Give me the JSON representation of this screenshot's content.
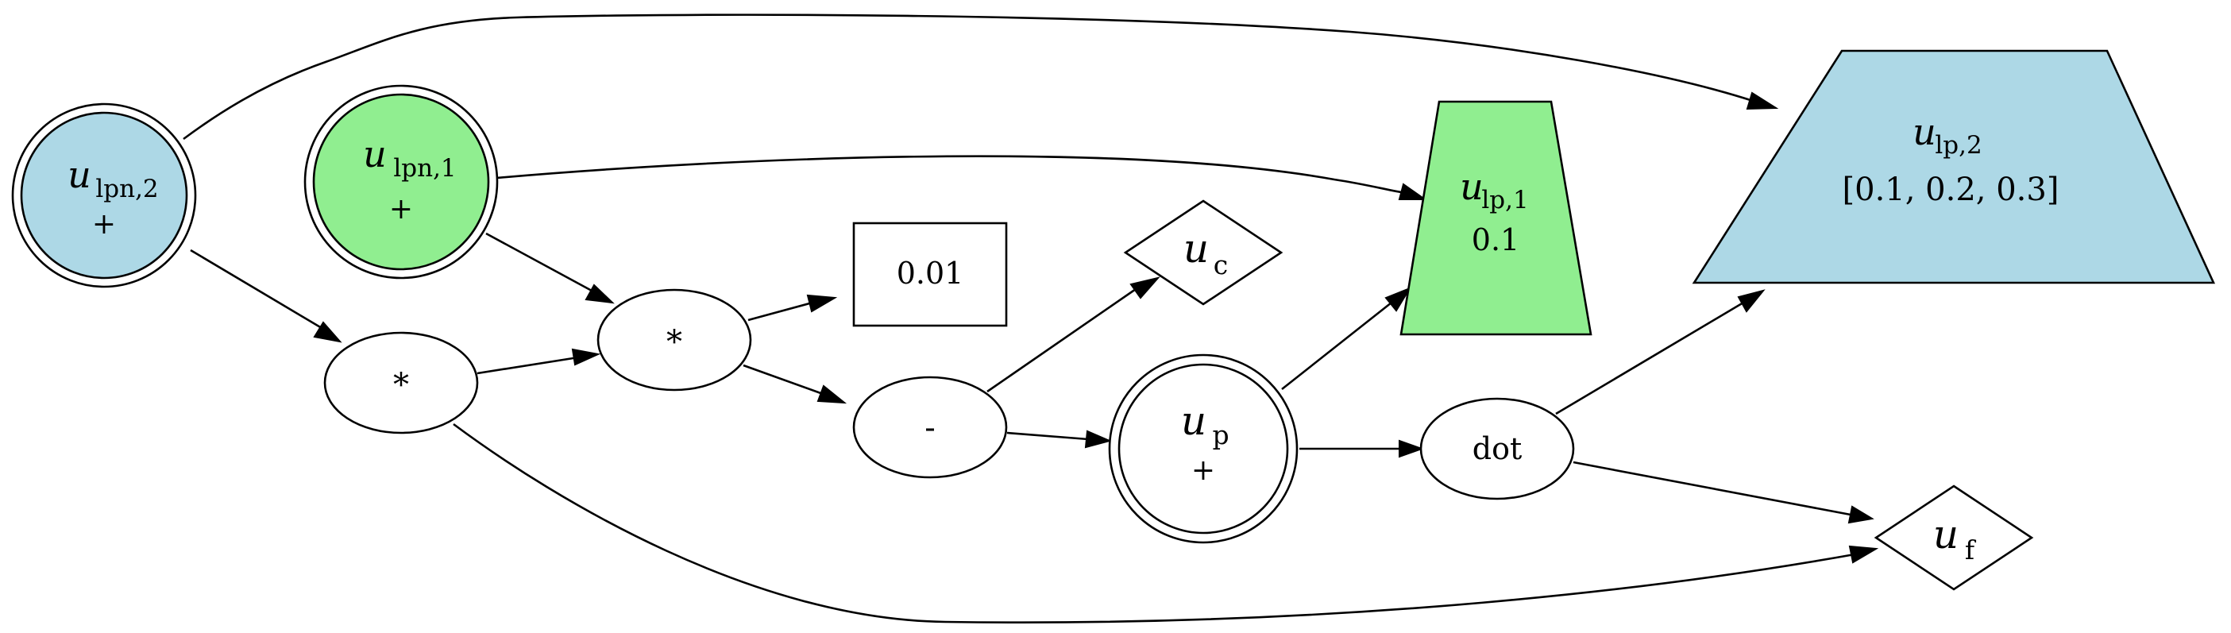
{
  "colors": {
    "blue": "#add8e6",
    "green": "#90ee90",
    "white": "#ffffff",
    "stroke": "#000000"
  },
  "nodes": {
    "ulpn2": {
      "symbol": "u",
      "subscript": "lpn,2",
      "label": "+"
    },
    "ulpn1": {
      "symbol": "u",
      "subscript": "lpn,1",
      "label": "+"
    },
    "mul1": {
      "label": "*"
    },
    "mul2": {
      "label": "*"
    },
    "const": {
      "label": "0.01"
    },
    "minus": {
      "label": "-"
    },
    "uc": {
      "symbol": "u",
      "subscript": "c"
    },
    "up": {
      "symbol": "u",
      "subscript": "p",
      "label": "+"
    },
    "ulp1": {
      "symbol": "u",
      "subscript": "lp,1",
      "label": "0.1"
    },
    "ulp2": {
      "symbol": "u",
      "subscript": "lp,2",
      "label": "[0.1, 0.2, 0.3]"
    },
    "dot": {
      "label": "dot"
    },
    "uf": {
      "symbol": "u",
      "subscript": "f"
    }
  },
  "edges": [
    {
      "from": "ulpn2",
      "to": "ulp2"
    },
    {
      "from": "ulpn2",
      "to": "mul1"
    },
    {
      "from": "ulpn1",
      "to": "ulp1"
    },
    {
      "from": "ulpn1",
      "to": "mul2"
    },
    {
      "from": "mul1",
      "to": "mul2"
    },
    {
      "from": "mul1",
      "to": "uf"
    },
    {
      "from": "mul2",
      "to": "const"
    },
    {
      "from": "mul2",
      "to": "minus"
    },
    {
      "from": "minus",
      "to": "uc"
    },
    {
      "from": "minus",
      "to": "up"
    },
    {
      "from": "up",
      "to": "ulp1"
    },
    {
      "from": "up",
      "to": "dot"
    },
    {
      "from": "dot",
      "to": "ulp2"
    },
    {
      "from": "dot",
      "to": "uf"
    }
  ]
}
